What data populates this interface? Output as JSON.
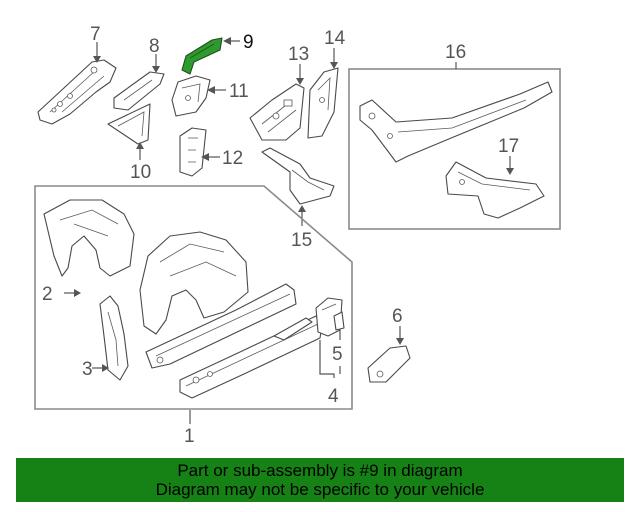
{
  "diagram": {
    "callouts": {
      "c1": "1",
      "c2": "2",
      "c3": "3",
      "c4": "4",
      "c5": "5",
      "c6": "6",
      "c7": "7",
      "c8": "8",
      "c9": "9",
      "c10": "10",
      "c11": "11",
      "c12": "12",
      "c13": "13",
      "c14": "14",
      "c15": "15",
      "c16": "16",
      "c17": "17"
    },
    "highlight_color": "#2e9a2e",
    "highlighted_part": "9"
  },
  "banner": {
    "line1": "Part or sub-assembly is #9 in diagram",
    "line2": "Diagram may not be specific to your vehicle",
    "background": "#168216"
  }
}
